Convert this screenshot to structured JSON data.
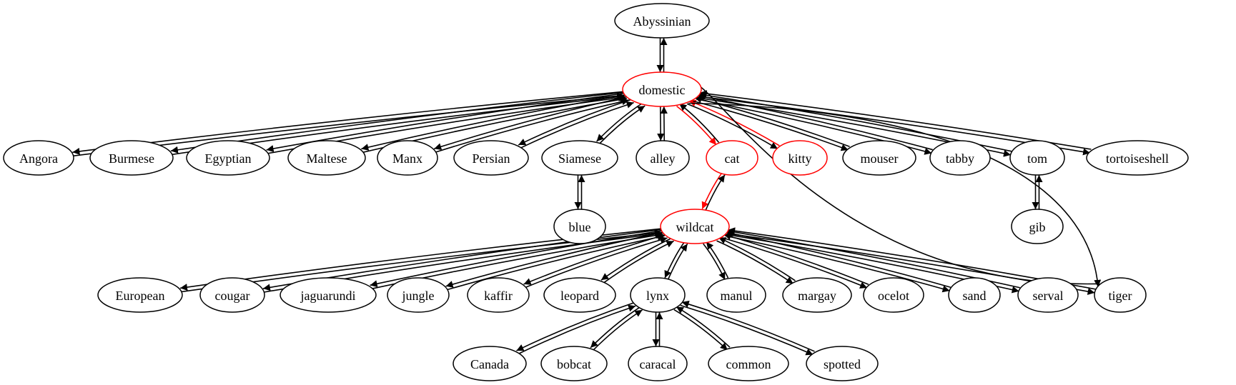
{
  "graph": {
    "colors": {
      "default": "#000000",
      "highlight": "#ff0000"
    },
    "nodes": [
      {
        "id": "Abyssinian",
        "label": "Abyssinian",
        "color": "#000000"
      },
      {
        "id": "domestic",
        "label": "domestic",
        "color": "#ff0000"
      },
      {
        "id": "Angora",
        "label": "Angora",
        "color": "#000000"
      },
      {
        "id": "Burmese",
        "label": "Burmese",
        "color": "#000000"
      },
      {
        "id": "Egyptian",
        "label": "Egyptian",
        "color": "#000000"
      },
      {
        "id": "Maltese",
        "label": "Maltese",
        "color": "#000000"
      },
      {
        "id": "Manx",
        "label": "Manx",
        "color": "#000000"
      },
      {
        "id": "Persian",
        "label": "Persian",
        "color": "#000000"
      },
      {
        "id": "Siamese",
        "label": "Siamese",
        "color": "#000000"
      },
      {
        "id": "alley",
        "label": "alley",
        "color": "#000000"
      },
      {
        "id": "cat",
        "label": "cat",
        "color": "#ff0000"
      },
      {
        "id": "kitty",
        "label": "kitty",
        "color": "#ff0000"
      },
      {
        "id": "mouser",
        "label": "mouser",
        "color": "#000000"
      },
      {
        "id": "tabby",
        "label": "tabby",
        "color": "#000000"
      },
      {
        "id": "tom",
        "label": "tom",
        "color": "#000000"
      },
      {
        "id": "tortoiseshell",
        "label": "tortoiseshell",
        "color": "#000000"
      },
      {
        "id": "blue",
        "label": "blue",
        "color": "#000000"
      },
      {
        "id": "wildcat",
        "label": "wildcat",
        "color": "#ff0000"
      },
      {
        "id": "gib",
        "label": "gib",
        "color": "#000000"
      },
      {
        "id": "European",
        "label": "European",
        "color": "#000000"
      },
      {
        "id": "cougar",
        "label": "cougar",
        "color": "#000000"
      },
      {
        "id": "jaguarundi",
        "label": "jaguarundi",
        "color": "#000000"
      },
      {
        "id": "jungle",
        "label": "jungle",
        "color": "#000000"
      },
      {
        "id": "kaffir",
        "label": "kaffir",
        "color": "#000000"
      },
      {
        "id": "leopard",
        "label": "leopard",
        "color": "#000000"
      },
      {
        "id": "lynx",
        "label": "lynx",
        "color": "#000000"
      },
      {
        "id": "manul",
        "label": "manul",
        "color": "#000000"
      },
      {
        "id": "margay",
        "label": "margay",
        "color": "#000000"
      },
      {
        "id": "ocelot",
        "label": "ocelot",
        "color": "#000000"
      },
      {
        "id": "sand",
        "label": "sand",
        "color": "#000000"
      },
      {
        "id": "serval",
        "label": "serval",
        "color": "#000000"
      },
      {
        "id": "tiger",
        "label": "tiger",
        "color": "#000000"
      },
      {
        "id": "Canada",
        "label": "Canada",
        "color": "#000000"
      },
      {
        "id": "bobcat",
        "label": "bobcat",
        "color": "#000000"
      },
      {
        "id": "caracal",
        "label": "caracal",
        "color": "#000000"
      },
      {
        "id": "common",
        "label": "common",
        "color": "#000000"
      },
      {
        "id": "spotted",
        "label": "spotted",
        "color": "#000000"
      }
    ],
    "edges": [
      {
        "from": "Abyssinian",
        "to": "domestic",
        "color": "#000000"
      },
      {
        "from": "domestic",
        "to": "Abyssinian",
        "color": "#000000"
      },
      {
        "from": "domestic",
        "to": "Angora",
        "color": "#000000"
      },
      {
        "from": "Angora",
        "to": "domestic",
        "color": "#000000"
      },
      {
        "from": "domestic",
        "to": "Burmese",
        "color": "#000000"
      },
      {
        "from": "Burmese",
        "to": "domestic",
        "color": "#000000"
      },
      {
        "from": "domestic",
        "to": "Egyptian",
        "color": "#000000"
      },
      {
        "from": "Egyptian",
        "to": "domestic",
        "color": "#000000"
      },
      {
        "from": "domestic",
        "to": "Maltese",
        "color": "#000000"
      },
      {
        "from": "Maltese",
        "to": "domestic",
        "color": "#000000"
      },
      {
        "from": "domestic",
        "to": "Manx",
        "color": "#000000"
      },
      {
        "from": "Manx",
        "to": "domestic",
        "color": "#000000"
      },
      {
        "from": "domestic",
        "to": "Persian",
        "color": "#000000"
      },
      {
        "from": "Persian",
        "to": "domestic",
        "color": "#000000"
      },
      {
        "from": "domestic",
        "to": "Siamese",
        "color": "#000000"
      },
      {
        "from": "Siamese",
        "to": "domestic",
        "color": "#000000"
      },
      {
        "from": "domestic",
        "to": "alley",
        "color": "#000000"
      },
      {
        "from": "alley",
        "to": "domestic",
        "color": "#000000"
      },
      {
        "from": "domestic",
        "to": "cat",
        "color": "#ff0000"
      },
      {
        "from": "cat",
        "to": "domestic",
        "color": "#000000"
      },
      {
        "from": "domestic",
        "to": "kitty",
        "color": "#000000"
      },
      {
        "from": "kitty",
        "to": "domestic",
        "color": "#ff0000"
      },
      {
        "from": "domestic",
        "to": "mouser",
        "color": "#000000"
      },
      {
        "from": "mouser",
        "to": "domestic",
        "color": "#000000"
      },
      {
        "from": "domestic",
        "to": "tabby",
        "color": "#000000"
      },
      {
        "from": "tabby",
        "to": "domestic",
        "color": "#000000"
      },
      {
        "from": "domestic",
        "to": "tom",
        "color": "#000000"
      },
      {
        "from": "tom",
        "to": "domestic",
        "color": "#000000"
      },
      {
        "from": "domestic",
        "to": "tortoiseshell",
        "color": "#000000"
      },
      {
        "from": "tortoiseshell",
        "to": "domestic",
        "color": "#000000"
      },
      {
        "from": "domestic",
        "to": "tiger",
        "color": "#000000"
      },
      {
        "from": "tiger",
        "to": "domestic",
        "color": "#000000"
      },
      {
        "from": "Siamese",
        "to": "blue",
        "color": "#000000"
      },
      {
        "from": "blue",
        "to": "Siamese",
        "color": "#000000"
      },
      {
        "from": "tom",
        "to": "gib",
        "color": "#000000"
      },
      {
        "from": "gib",
        "to": "tom",
        "color": "#000000"
      },
      {
        "from": "cat",
        "to": "wildcat",
        "color": "#ff0000"
      },
      {
        "from": "wildcat",
        "to": "cat",
        "color": "#000000"
      },
      {
        "from": "wildcat",
        "to": "European",
        "color": "#000000"
      },
      {
        "from": "European",
        "to": "wildcat",
        "color": "#000000"
      },
      {
        "from": "wildcat",
        "to": "cougar",
        "color": "#000000"
      },
      {
        "from": "cougar",
        "to": "wildcat",
        "color": "#000000"
      },
      {
        "from": "wildcat",
        "to": "jaguarundi",
        "color": "#000000"
      },
      {
        "from": "jaguarundi",
        "to": "wildcat",
        "color": "#000000"
      },
      {
        "from": "wildcat",
        "to": "jungle",
        "color": "#000000"
      },
      {
        "from": "jungle",
        "to": "wildcat",
        "color": "#000000"
      },
      {
        "from": "wildcat",
        "to": "kaffir",
        "color": "#000000"
      },
      {
        "from": "kaffir",
        "to": "wildcat",
        "color": "#000000"
      },
      {
        "from": "wildcat",
        "to": "leopard",
        "color": "#000000"
      },
      {
        "from": "leopard",
        "to": "wildcat",
        "color": "#000000"
      },
      {
        "from": "wildcat",
        "to": "lynx",
        "color": "#000000"
      },
      {
        "from": "lynx",
        "to": "wildcat",
        "color": "#000000"
      },
      {
        "from": "wildcat",
        "to": "manul",
        "color": "#000000"
      },
      {
        "from": "manul",
        "to": "wildcat",
        "color": "#000000"
      },
      {
        "from": "wildcat",
        "to": "margay",
        "color": "#000000"
      },
      {
        "from": "margay",
        "to": "wildcat",
        "color": "#000000"
      },
      {
        "from": "wildcat",
        "to": "ocelot",
        "color": "#000000"
      },
      {
        "from": "ocelot",
        "to": "wildcat",
        "color": "#000000"
      },
      {
        "from": "wildcat",
        "to": "sand",
        "color": "#000000"
      },
      {
        "from": "sand",
        "to": "wildcat",
        "color": "#000000"
      },
      {
        "from": "wildcat",
        "to": "serval",
        "color": "#000000"
      },
      {
        "from": "serval",
        "to": "wildcat",
        "color": "#000000"
      },
      {
        "from": "wildcat",
        "to": "tiger",
        "color": "#000000"
      },
      {
        "from": "tiger",
        "to": "wildcat",
        "color": "#000000"
      },
      {
        "from": "lynx",
        "to": "Canada",
        "color": "#000000"
      },
      {
        "from": "Canada",
        "to": "lynx",
        "color": "#000000"
      },
      {
        "from": "lynx",
        "to": "bobcat",
        "color": "#000000"
      },
      {
        "from": "bobcat",
        "to": "lynx",
        "color": "#000000"
      },
      {
        "from": "lynx",
        "to": "caracal",
        "color": "#000000"
      },
      {
        "from": "caracal",
        "to": "lynx",
        "color": "#000000"
      },
      {
        "from": "lynx",
        "to": "common",
        "color": "#000000"
      },
      {
        "from": "common",
        "to": "lynx",
        "color": "#000000"
      },
      {
        "from": "lynx",
        "to": "spotted",
        "color": "#000000"
      },
      {
        "from": "spotted",
        "to": "lynx",
        "color": "#000000"
      }
    ]
  }
}
